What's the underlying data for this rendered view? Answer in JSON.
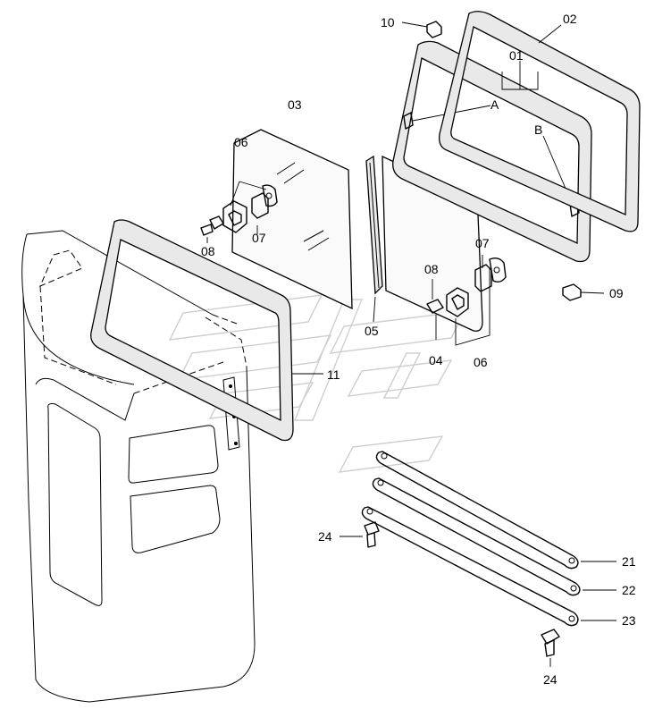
{
  "labels": {
    "p01": "01",
    "p02": "02",
    "p03": "03",
    "p04": "04",
    "p05": "05",
    "p06_left": "06",
    "p06_right": "06",
    "p07_left": "07",
    "p07_right": "07",
    "p08_left": "08",
    "p08_right": "08",
    "p09": "09",
    "p10": "10",
    "p11": "11",
    "p21": "21",
    "p22": "22",
    "p23": "23",
    "p24_left": "24",
    "p24_bottom": "24",
    "ref_a": "A",
    "ref_b": "B"
  }
}
